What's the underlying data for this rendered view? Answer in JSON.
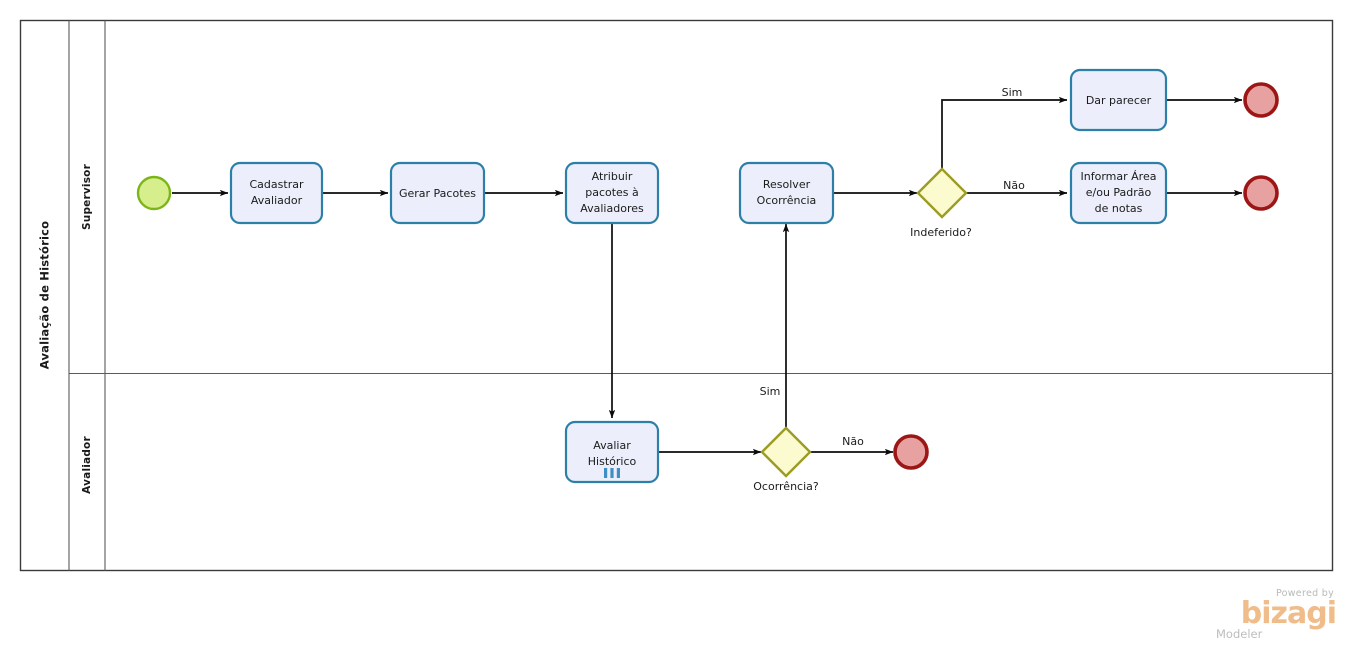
{
  "diagram": {
    "type": "bpmn-process",
    "pool": {
      "name": "Avaliação de Histórico"
    },
    "lanes": [
      {
        "id": "supervisor",
        "name": "Supervisor"
      },
      {
        "id": "avaliador",
        "name": "Avaliador"
      }
    ],
    "events": [
      {
        "id": "start-1",
        "kind": "start",
        "lane": "supervisor",
        "label": ""
      },
      {
        "id": "end-1",
        "kind": "end",
        "lane": "supervisor",
        "label": ""
      },
      {
        "id": "end-2",
        "kind": "end",
        "lane": "supervisor",
        "label": ""
      },
      {
        "id": "end-3",
        "kind": "end",
        "lane": "avaliador",
        "label": ""
      }
    ],
    "tasks": [
      {
        "id": "t1",
        "lane": "supervisor",
        "lines": [
          "Cadastrar",
          "Avaliador"
        ],
        "marker": "none"
      },
      {
        "id": "t2",
        "lane": "supervisor",
        "lines": [
          "Gerar Pacotes"
        ],
        "marker": "none"
      },
      {
        "id": "t3",
        "lane": "supervisor",
        "lines": [
          "Atribuir",
          "pacotes à",
          "Avaliadores"
        ],
        "marker": "none"
      },
      {
        "id": "t4",
        "lane": "supervisor",
        "lines": [
          "Resolver",
          "Ocorrência"
        ],
        "marker": "none"
      },
      {
        "id": "t5",
        "lane": "supervisor",
        "lines": [
          "Dar parecer"
        ],
        "marker": "none"
      },
      {
        "id": "t6",
        "lane": "supervisor",
        "lines": [
          "Informar Área",
          "e/ou Padrão",
          "de notas"
        ],
        "marker": "none"
      },
      {
        "id": "t7",
        "lane": "avaliador",
        "lines": [
          "Avaliar",
          "Histórico"
        ],
        "marker": "parallel-multi-instance"
      }
    ],
    "gateways": [
      {
        "id": "g1",
        "lane": "supervisor",
        "kind": "exclusive",
        "label": "Indeferido?"
      },
      {
        "id": "g2",
        "lane": "avaliador",
        "kind": "exclusive",
        "label": "Ocorrência?"
      }
    ],
    "flow_labels": {
      "g1_yes": "Sim",
      "g1_no": "Não",
      "g2_yes": "Sim",
      "g2_no": "Não"
    },
    "colors": {
      "task_fill": "#eceffb",
      "task_stroke": "#2e7fa8",
      "start_fill": "#d6ee8c",
      "start_stroke": "#7cb518",
      "end_fill": "#e8a1a1",
      "end_stroke": "#9c1616",
      "gateway_fill": "#fbfbcf",
      "gateway_stroke": "#9c9c23",
      "flow_stroke": "#0b0b0b",
      "pool_stroke": "#3a3a3a",
      "marker": "#3f8fc4",
      "brand": "#f0bc8a"
    }
  },
  "watermark": {
    "powered_by": "Powered by",
    "brand": "bizagi",
    "product": "Modeler"
  }
}
